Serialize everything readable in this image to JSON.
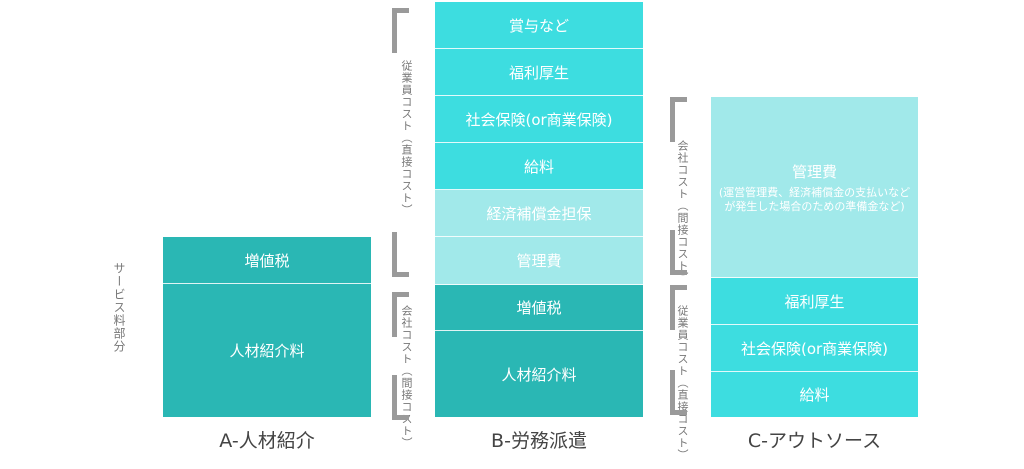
{
  "colors": {
    "dark_teal": "#2ab7b4",
    "bright_cyan": "#3ddde0",
    "light_cyan": "#a1e9ea",
    "bracket_gray": "#9a9a9a"
  },
  "left_label": "サービス料部分",
  "columns": {
    "a": {
      "label": "A-人材紹介",
      "segments": [
        "増値税",
        "人材紹介料"
      ]
    },
    "b": {
      "label": "B-労務派遣",
      "segments": [
        "賞与など",
        "福利厚生",
        "社会保険(or商業保険)",
        "給料",
        "経済補償金担保",
        "管理費",
        "増値税",
        "人材紹介料"
      ],
      "bracket_top": "従業員コスト（直接コスト）",
      "bracket_bottom": "会社コスト（間接コスト）"
    },
    "c": {
      "label": "C-アウトソース",
      "segments": [
        "管理費",
        "福利厚生",
        "社会保険(or商業保険)",
        "給料"
      ],
      "mgmt_note": "(運営管理費、経済補償金の支払いなどが発生した場合のための準備金など)",
      "bracket_top": "会社コスト（間接コスト）",
      "bracket_bottom": "従業員コスト（直接コスト）"
    }
  }
}
